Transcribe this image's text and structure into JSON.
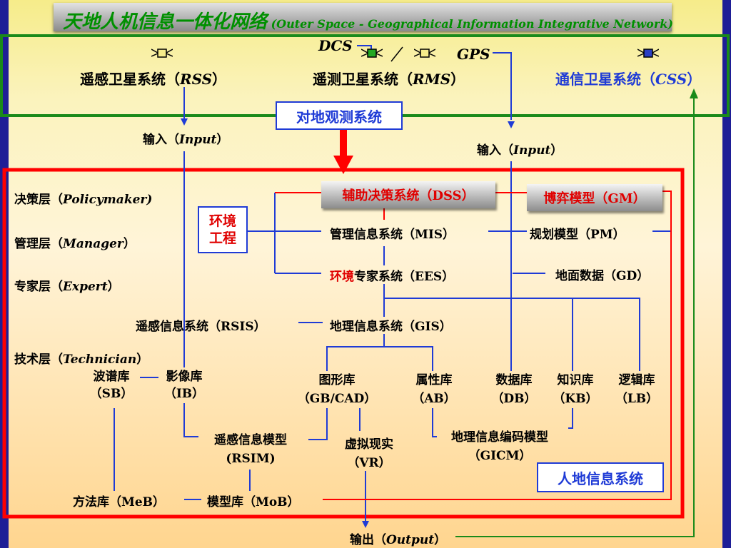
{
  "title": {
    "cn": "天地人机信息一体化网络",
    "en": "(Outer Space - Geographical Information Integrative Network)"
  },
  "satellites": {
    "dcs": "DCS",
    "gps": "GPS",
    "rss": "遥感卫星系统（",
    "rss_abbr": "RSS",
    "rms": "遥测卫星系统（",
    "rms_abbr": "RMS",
    "css": "通信卫星系统（",
    "css_abbr": "CSS",
    "close": "）"
  },
  "observation_system": "对地观测系统",
  "inputs": {
    "left_pre": "输入（",
    "left_en": "Input",
    "right_pre": "输入（",
    "right_en": "Input",
    "close": "）"
  },
  "layers": {
    "policymaker_pre": "决策层（",
    "policymaker_en": "Policymaker)",
    "manager_pre": "管理层（",
    "manager_en": "Manager",
    "expert_pre": "专家层（",
    "expert_en": "Expert",
    "technician_pre": "技术层（",
    "technician_en": "Technician",
    "close": "）"
  },
  "env_engineering": {
    "line1": "环境",
    "line2": "工程"
  },
  "systems": {
    "dss": "辅助决策系统（DSS）",
    "gm": "博弈模型（GM）",
    "mis": "管理信息系统（MIS）",
    "pm": "规划模型（PM）",
    "ees_red": "环境",
    "ees_rest": "专家系统（EES）",
    "gd": "地面数据（GD）",
    "rsis": "遥感信息系统（RSIS）",
    "gis": "地理信息系统（GIS）"
  },
  "libraries": {
    "sb_name": "波谱库",
    "sb_abbr": "（SB）",
    "ib_name": "影像库",
    "ib_abbr": "（IB）",
    "gb_name": "图形库",
    "gb_abbr": "（GB/CAD）",
    "ab_name": "属性库",
    "ab_abbr": "（AB）",
    "db_name": "数据库",
    "db_abbr": "（DB）",
    "kb_name": "知识库",
    "kb_abbr": "（KB）",
    "lb_name": "逻辑库",
    "lb_abbr": "（LB）"
  },
  "models": {
    "rsim_name": "遥感信息模型",
    "rsim_abbr": "(RSIM)",
    "vr_name": "虚拟现实",
    "vr_abbr": "（VR）",
    "gicm_name": "地理信息编码模型",
    "gicm_abbr": "（GICM）",
    "meb": "方法库（MeB）",
    "mob": "模型库（MoB）"
  },
  "human_earth_system": "人地信息系统",
  "output": {
    "pre": "输出（",
    "en": "Output",
    "close": "）"
  },
  "colors": {
    "blue_line": "#1f3bd6",
    "red": "#ff0000",
    "green": "#1a8a1a",
    "title_green": "#009000"
  }
}
